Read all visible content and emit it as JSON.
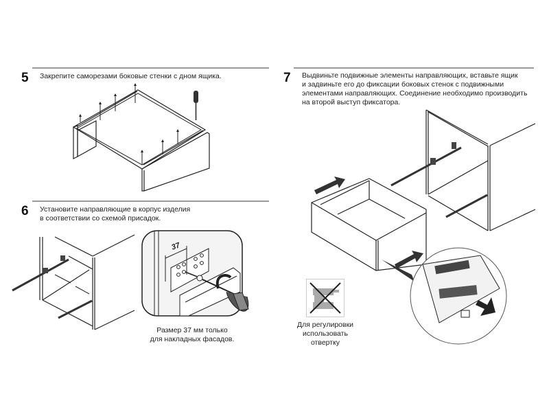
{
  "steps": [
    {
      "number": "5",
      "text": "Закрепите саморезами боковые стенки с дном ящика."
    },
    {
      "number": "6",
      "lines": [
        "Установите направляющие в корпус изделия",
        "в соответствии со схемой присадок."
      ]
    },
    {
      "number": "7",
      "lines": [
        "Выдвиньте подвижные элементы направляющих, вставьте ящик",
        "и задвиньте его до фиксации боковых стенок с подвижными",
        "элементами направляющих. Соединение необходимо производить",
        "на второй выступ фиксатора."
      ]
    }
  ],
  "detail6": {
    "dimension_label": "37",
    "caption": [
      "Размер 37 мм только",
      "для накладных фасадов."
    ]
  },
  "note7": {
    "icon": "no-power-drill-icon",
    "caption": [
      "Для регулировки",
      "использовать",
      "отвертку"
    ]
  }
}
